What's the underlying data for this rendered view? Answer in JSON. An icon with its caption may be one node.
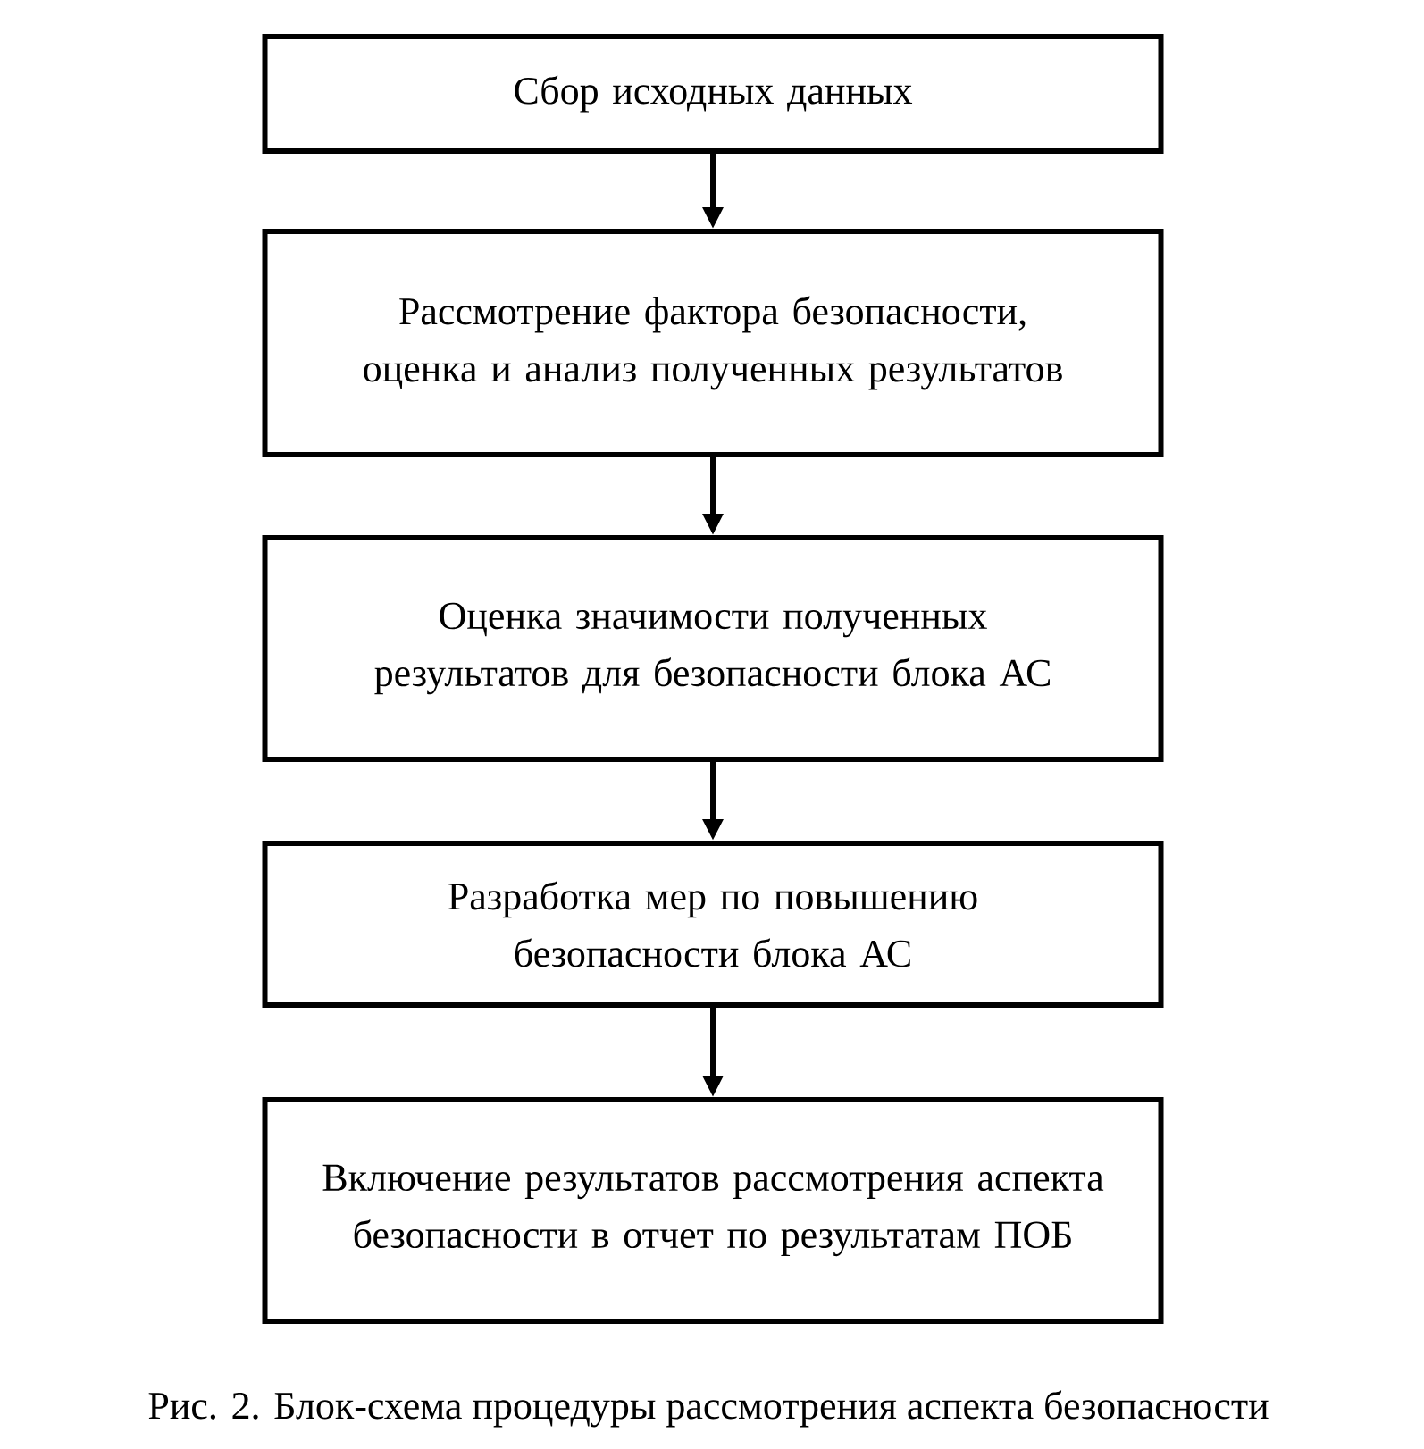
{
  "diagram": {
    "caption": "Рис. 2. Блок-схема процедуры рассмотрения аспекта безопасности",
    "nodes": [
      {
        "text": [
          "Сбор исходных данных"
        ]
      },
      {
        "text": [
          "Рассмотрение фактора безопасности, оценка и анализ полученных результатов"
        ]
      },
      {
        "text": [
          "Оценка значимости полученных результатов для безопасности блока АС"
        ]
      },
      {
        "text": [
          "Разработка мер по повышению безопасности блока АС"
        ]
      },
      {
        "text": [
          "Включение результатов рассмотрения аспекта безопасности в отчет по результатам ПОБ"
        ]
      }
    ],
    "edges": [
      {
        "from": 0,
        "to": 1,
        "arrow": "to"
      },
      {
        "from": 1,
        "to": 2,
        "arrow": "to"
      },
      {
        "from": 2,
        "to": 3,
        "arrow": "to"
      },
      {
        "from": 3,
        "to": 4,
        "arrow": "to"
      }
    ]
  }
}
